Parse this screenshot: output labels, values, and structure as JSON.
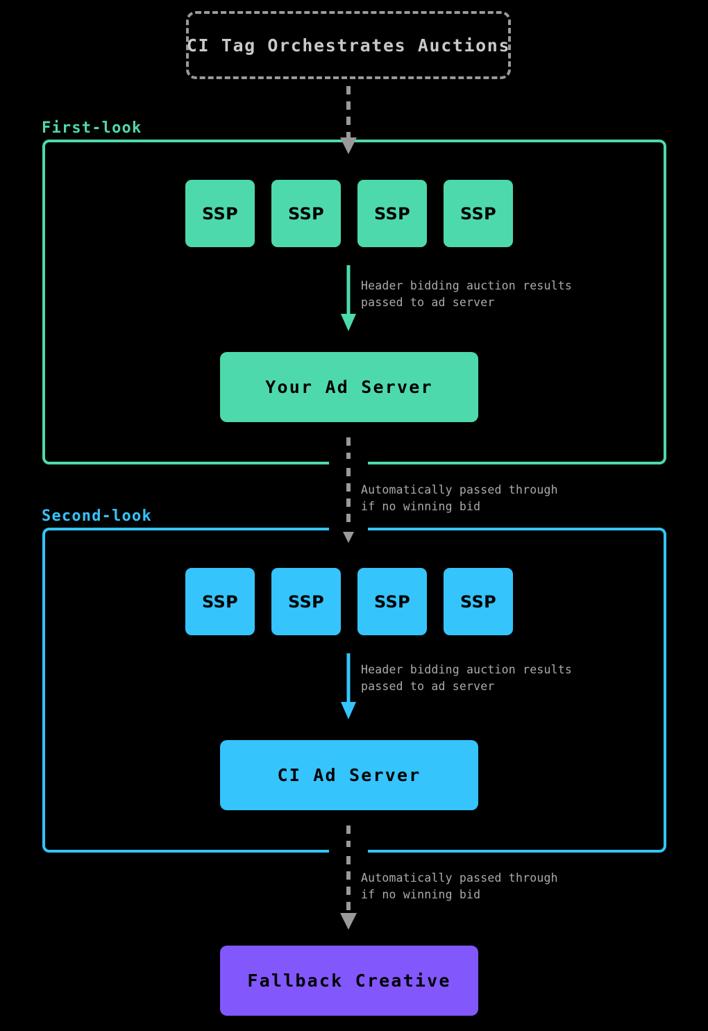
{
  "diagram": {
    "title": "CI Tag Orchestrates Auctions",
    "colors": {
      "background": "#000000",
      "first_look": "#4ed9ad",
      "second_look": "#35c4fc",
      "fallback": "#8257fb",
      "dashed_arrow": "#9a9a9a",
      "label_text": "#ababab",
      "entry_text": "#c9c9c9"
    },
    "entry": {
      "label": "CI Tag Orchestrates Auctions",
      "border_style": "dashed"
    },
    "sections": [
      {
        "id": "first-look",
        "title": "First-look",
        "accent": "#4ed9ad",
        "ssps": [
          {
            "label": "SSP"
          },
          {
            "label": "SSP"
          },
          {
            "label": "SSP"
          },
          {
            "label": "SSP"
          }
        ],
        "internal_edge_label": "Header bidding auction results\npassed to ad server",
        "node": {
          "label": "Your Ad Server"
        }
      },
      {
        "id": "second-look",
        "title": "Second-look",
        "accent": "#35c4fc",
        "ssps": [
          {
            "label": "SSP"
          },
          {
            "label": "SSP"
          },
          {
            "label": "SSP"
          },
          {
            "label": "SSP"
          }
        ],
        "internal_edge_label": "Header bidding auction results\npassed to ad server",
        "node": {
          "label": "CI Ad Server"
        }
      }
    ],
    "transitions": [
      {
        "id": "entry-to-first",
        "label": "",
        "style": "dashed"
      },
      {
        "id": "first-to-second",
        "label": "Automatically passed through\nif no winning bid",
        "style": "dashed"
      },
      {
        "id": "second-to-fallback",
        "label": "Automatically passed through\nif no winning bid",
        "style": "dashed"
      }
    ],
    "fallback": {
      "label": "Fallback Creative"
    }
  }
}
